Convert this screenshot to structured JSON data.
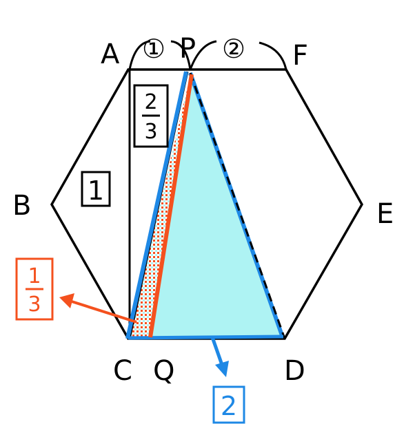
{
  "vertices": {
    "A": "A",
    "B": "B",
    "C": "C",
    "D": "D",
    "E": "E",
    "F": "F",
    "P": "P",
    "Q": "Q"
  },
  "segment_marks": {
    "ap": "①",
    "pf": "②"
  },
  "area_labels": {
    "hexagon_part": "1",
    "upper_part": {
      "num": "2",
      "den": "3"
    },
    "orange_part": {
      "num": "1",
      "den": "3"
    },
    "blue_part": "2"
  },
  "colors": {
    "orange": "#f4511e",
    "blue": "#1e88e5",
    "fill": "#aef3f3",
    "stroke": "#000000"
  }
}
